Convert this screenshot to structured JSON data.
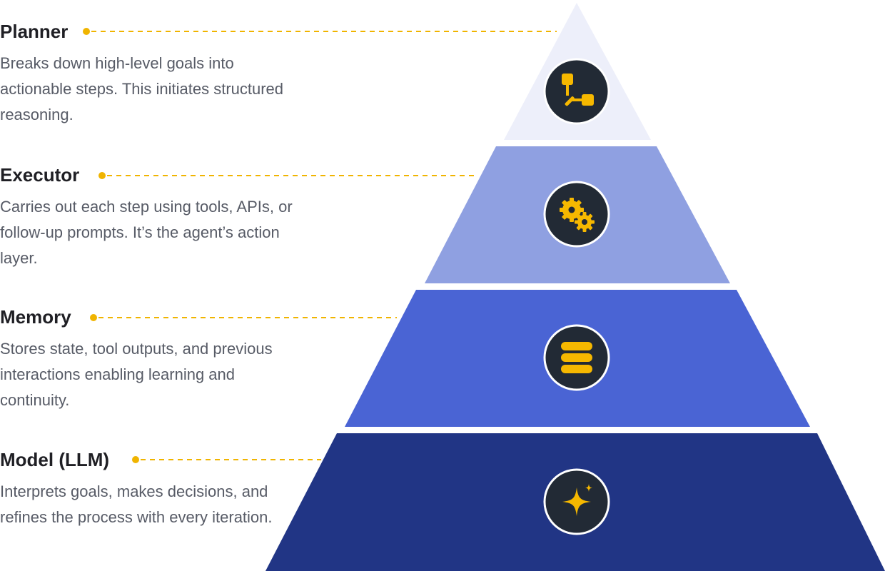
{
  "layers": [
    {
      "title": "Planner",
      "description": "Breaks down high-level goals into actionable steps. This initiates structured reasoning.",
      "fill": "#edeffa",
      "icon": "flowchart-icon"
    },
    {
      "title": "Executor",
      "description": "Carries out each step using tools, APIs, or follow-up prompts. It’s the agent’s action layer.",
      "fill": "#8fa0e1",
      "icon": "gears-icon"
    },
    {
      "title": "Memory",
      "description": "Stores state, tool outputs, and previous interactions enabling learning and continuity.",
      "fill": "#4a64d4",
      "icon": "database-icon"
    },
    {
      "title": "Model (LLM)",
      "description": "Interprets goals, makes decisions, and refines the process with every iteration.",
      "fill": "#213585",
      "icon": "sparkle-icon"
    }
  ],
  "colors": {
    "connector": "#f0b400",
    "icon_background": "#222a35",
    "icon_glyph": "#f6b800",
    "title_text": "#1f1f24",
    "description_text": "#575b66"
  }
}
